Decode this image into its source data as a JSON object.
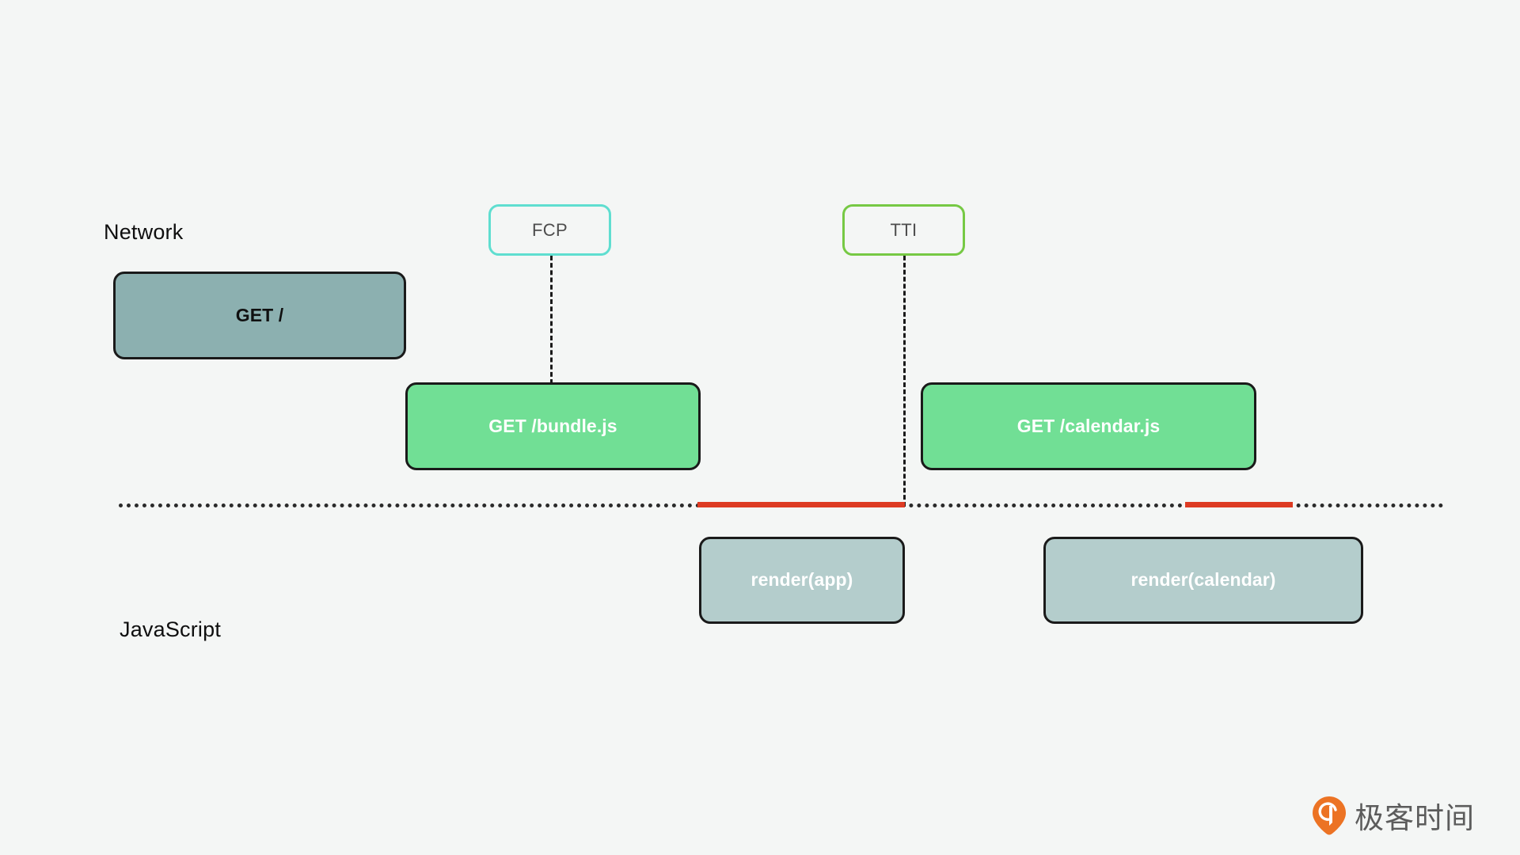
{
  "diagram": {
    "background_color": "#f4f6f5",
    "lanes": [
      {
        "id": "network",
        "label": "Network"
      },
      {
        "id": "javascript",
        "label": "JavaScript"
      }
    ],
    "metrics": [
      {
        "id": "fcp",
        "label": "FCP",
        "border_color": "#5fded0"
      },
      {
        "id": "tti",
        "label": "TTI",
        "border_color": "#76c944"
      }
    ],
    "network_tasks": [
      {
        "id": "get-root",
        "label": "GET /",
        "fill": "#8cb0b0",
        "text_color": "#101010"
      },
      {
        "id": "get-bundle",
        "label": "GET /bundle.js",
        "fill": "#71df95",
        "text_color": "#ffffff"
      },
      {
        "id": "get-calendar",
        "label": "GET /calendar.js",
        "fill": "#71df95",
        "text_color": "#ffffff"
      }
    ],
    "js_tasks": [
      {
        "id": "render-app",
        "label": "render(app)",
        "fill": "#b4cdcc",
        "text_color": "#ffffff"
      },
      {
        "id": "render-calendar",
        "label": "render(calendar)",
        "fill": "#b4cdcc",
        "text_color": "#ffffff"
      }
    ],
    "timeline": {
      "style": "dotted",
      "color": "#2b2b2b",
      "blocked_color": "#dd3b23",
      "blocked_segments": [
        {
          "id": "blocked-1",
          "label": "blocked-during-render-app"
        },
        {
          "id": "blocked-2",
          "label": "blocked-during-render-calendar"
        }
      ]
    },
    "connectors": [
      {
        "id": "fcp-connector",
        "from": "fcp",
        "to": "get-bundle",
        "style": "dashed"
      },
      {
        "id": "tti-connector",
        "from": "tti",
        "to": "timeline",
        "style": "dashed"
      }
    ]
  },
  "watermark": {
    "text": "极客时间",
    "logo_color": "#ec7324",
    "text_color": "#5c5c5c"
  }
}
